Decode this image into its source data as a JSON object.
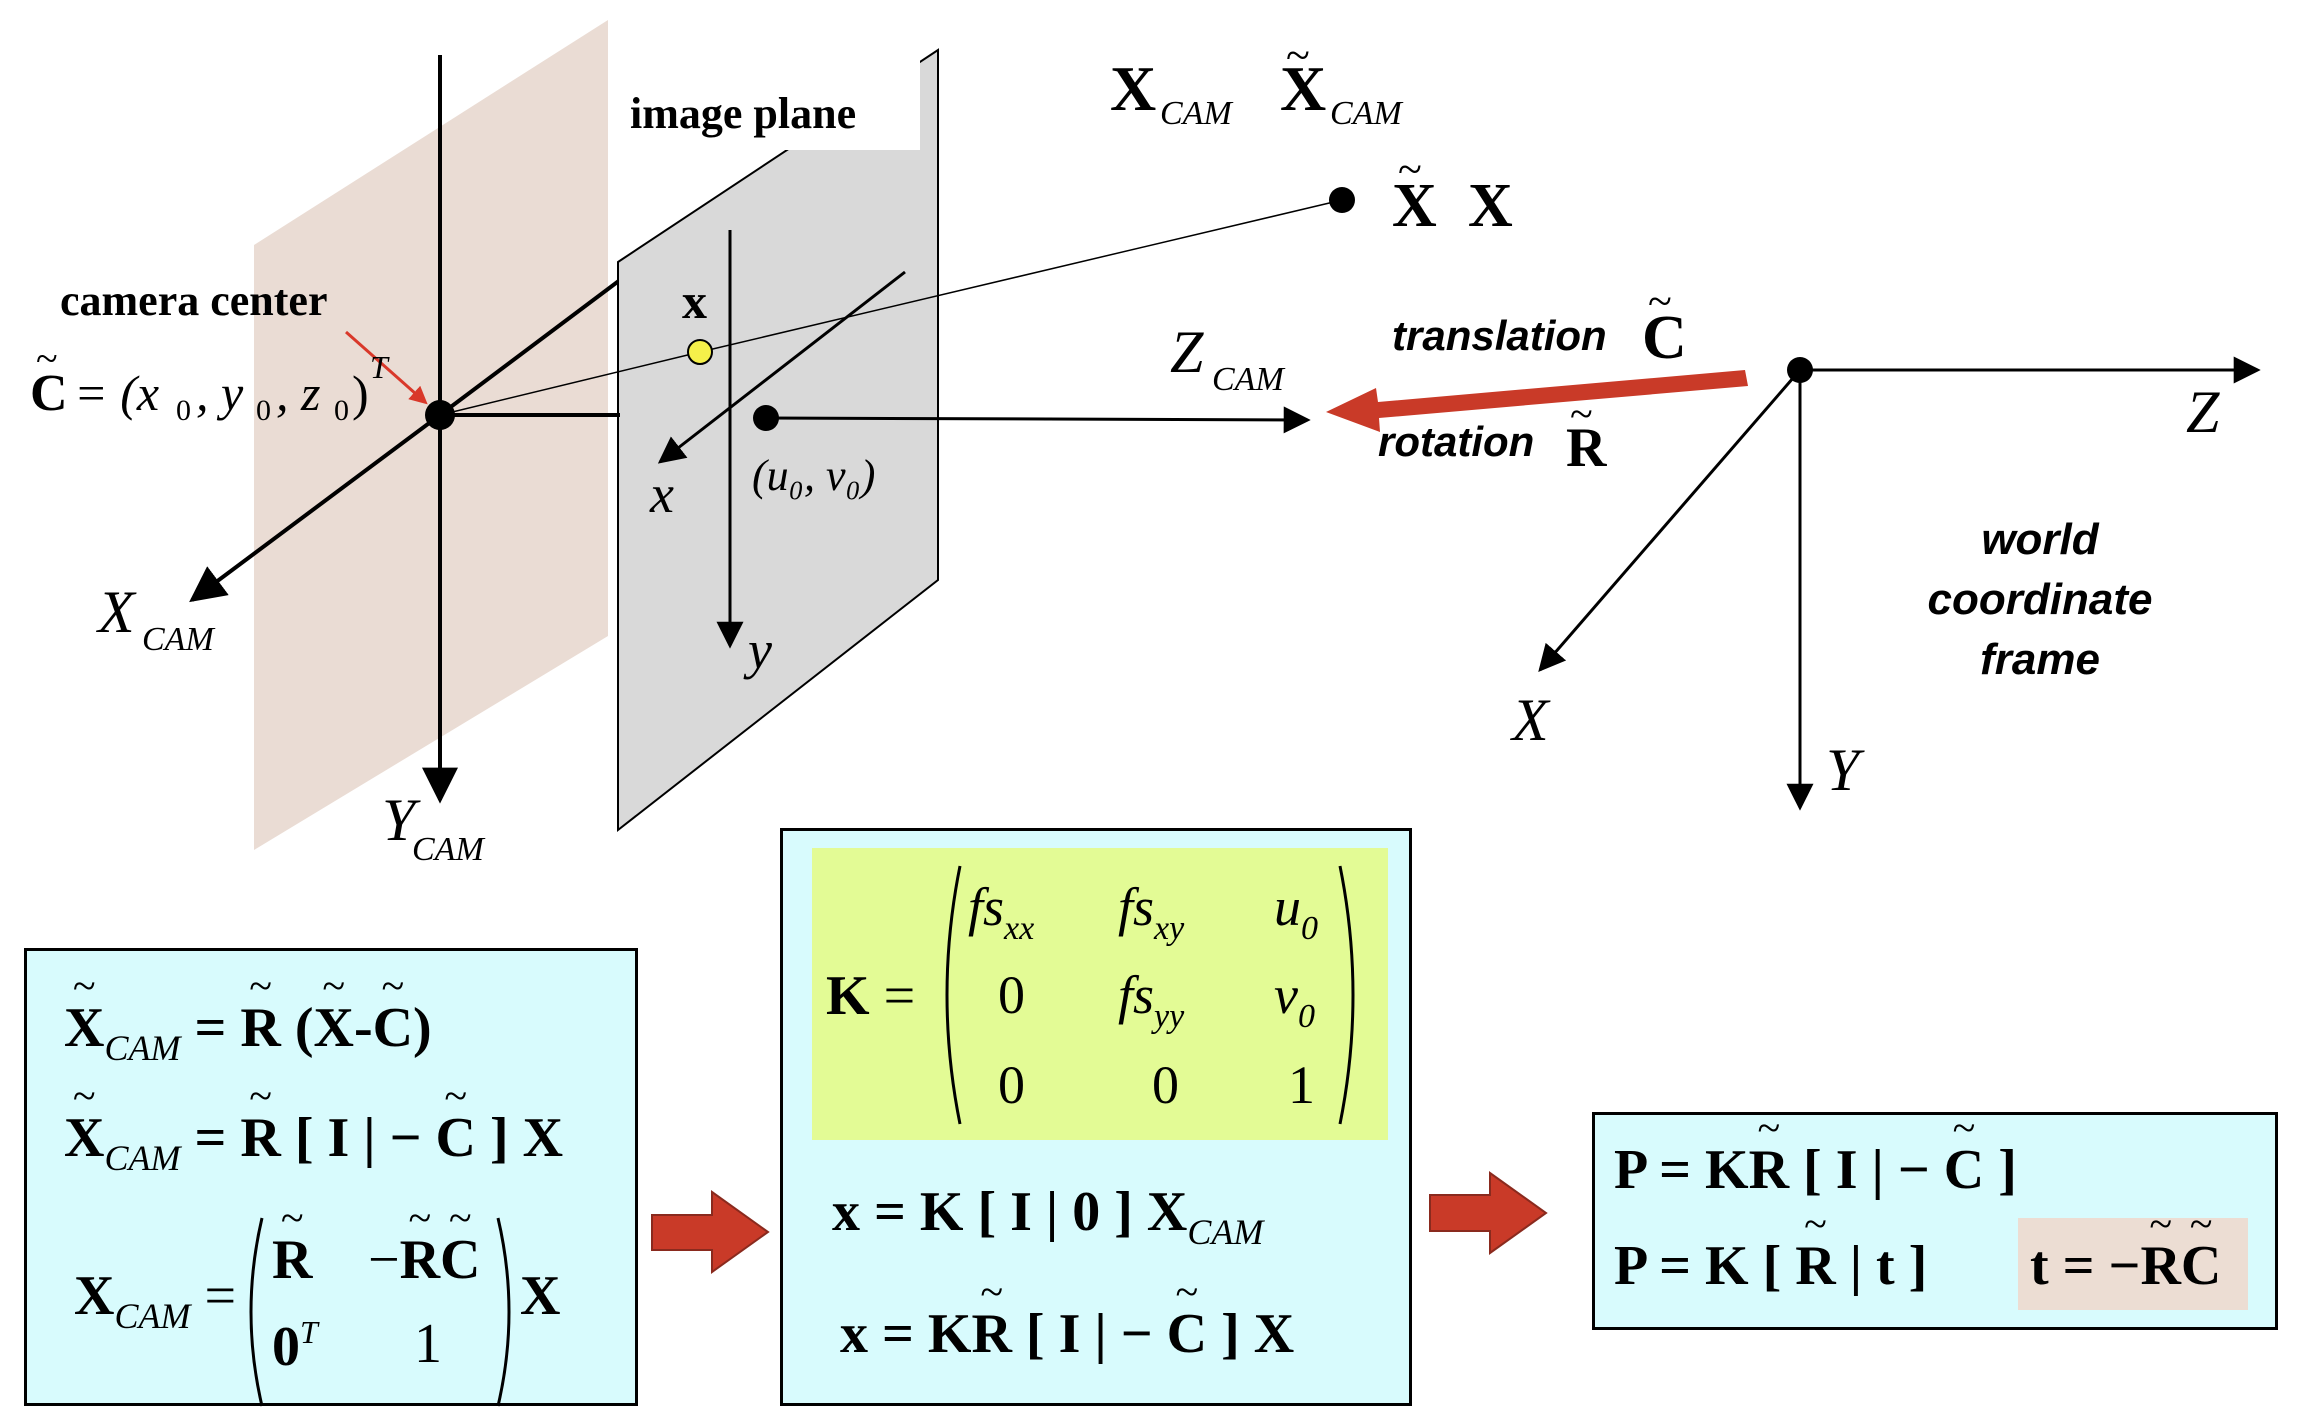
{
  "diagram": {
    "image_plane_label": "image plane",
    "camera_center_label": "camera center",
    "camera_center_eq": "C̃ = (x₀, y₀, z₀)ᵀ",
    "point_image": "x",
    "principal_point": "(u₀, v₀)",
    "axis_x_image": "x",
    "axis_y_image": "y",
    "axis_xcam": "X",
    "axis_ycam": "Y",
    "axis_zcam": "Z",
    "cam_sub": "CAM",
    "top_xcam": "X",
    "top_xcam_tilde": "X̃",
    "world_point_tilde": "X̃",
    "world_point": "X",
    "translation_label": "translation",
    "translation_sym": "C̃",
    "rotation_label": "rotation",
    "rotation_sym": "R̃",
    "world_z": "Z",
    "world_x": "X",
    "world_y": "Y",
    "world_frame_line1": "world",
    "world_frame_line2": "coordinate",
    "world_frame_line3": "frame",
    "colors": {
      "camera_plane": "#eadcd4",
      "image_plane": "#d9d9d9",
      "red_arrow": "#c93a28",
      "box_fill": "#d8fbfd",
      "k_fill": "#e3fb95",
      "t_fill": "#ecddd3",
      "point_yellow": "#f5f04a"
    }
  },
  "box1": {
    "eq1_lhs": "X",
    "eq1_rhs": "= R (X - C)",
    "eq2_rhs": "= R [ I | − C ] X",
    "eq3_lhs": "X",
    "mat": [
      "R",
      "−RC",
      "0",
      "1"
    ],
    "sup_T": "T",
    "eq3_tail": "X"
  },
  "box2": {
    "k_lhs": "K =",
    "k_matrix": [
      [
        "f s",
        "xx",
        "f s",
        "xy",
        "u",
        "0"
      ],
      [
        "0",
        "",
        "f s",
        "yy",
        "v",
        "0"
      ],
      [
        "0",
        "",
        "0",
        "",
        "1",
        ""
      ]
    ],
    "eq1": "x = K [ I | 0 ] X",
    "eq2": "x = KR [ I | − C ] X"
  },
  "box3": {
    "eq1": "P = KR [ I | − C ]",
    "eq2": "P = K [ R | t ]",
    "t_eq": "t = −RC"
  }
}
